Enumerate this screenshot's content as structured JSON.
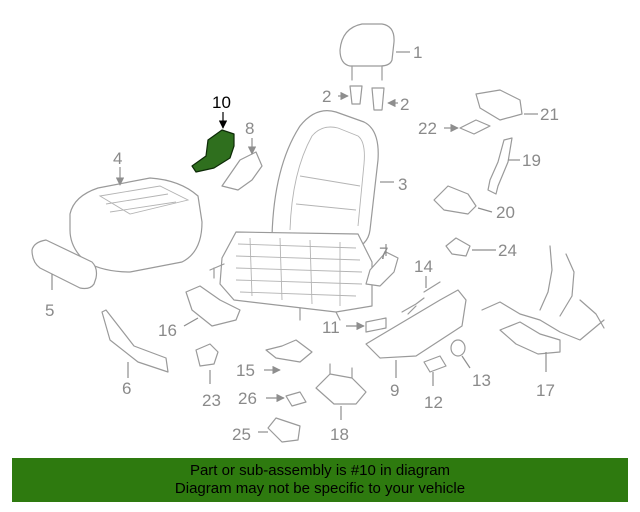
{
  "diagram": {
    "callouts": {
      "c1": "1",
      "c2a": "2",
      "c2b": "2",
      "c3": "3",
      "c4": "4",
      "c5": "5",
      "c6": "6",
      "c7": "7",
      "c8": "8",
      "c9": "9",
      "c10": "10",
      "c11": "11",
      "c12": "12",
      "c13": "13",
      "c14": "14",
      "c15": "15",
      "c16": "16",
      "c17": "17",
      "c18": "18",
      "c19": "19",
      "c20": "20",
      "c21": "21",
      "c22": "22",
      "c23": "23",
      "c24": "24",
      "c25": "25",
      "c26": "26"
    },
    "highlighted_part": "10",
    "highlight_color": "#2e7a0f"
  },
  "footer": {
    "line1": "Part or sub-assembly is #10 in diagram",
    "line2": "Diagram may not be specific to your vehicle"
  }
}
